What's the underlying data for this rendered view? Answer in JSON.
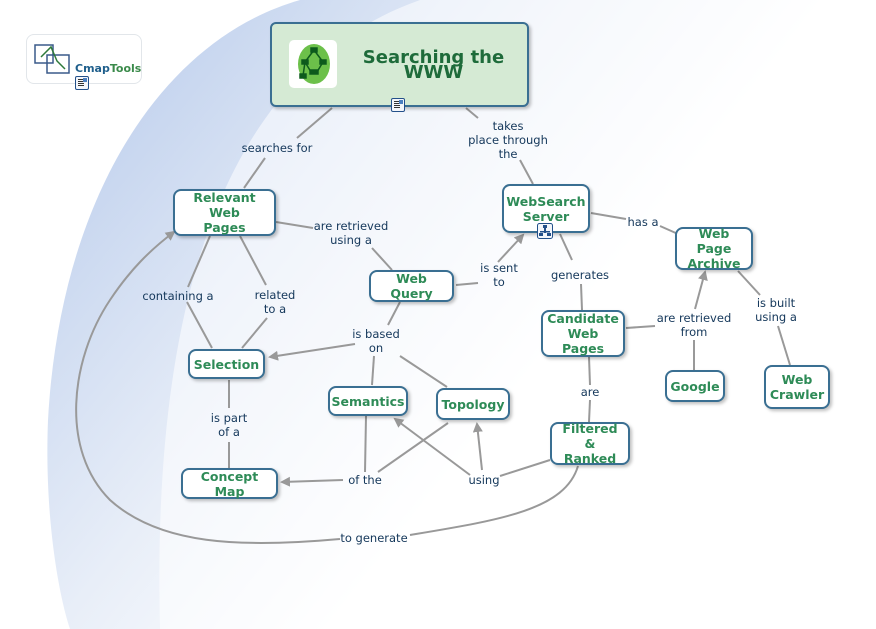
{
  "app": {
    "logo_text_a": "Cmap",
    "logo_text_b": "Tools"
  },
  "colors": {
    "concept_border": "#3a6f92",
    "concept_text": "#2e8b57",
    "root_fill": "#d5ead4",
    "link_text": "#14375a",
    "edge": "#999999",
    "bg_gradient": "#b4c8ea"
  },
  "concepts": {
    "root": "Searching the WWW",
    "relevant": "Relevant Web\nPages",
    "websearch": "WebSearch\nServer",
    "archive": "Web Page\nArchive",
    "query": "Web Query",
    "candidate": "Candidate\nWeb Pages",
    "selection": "Selection",
    "semantics": "Semantics",
    "topology": "Topology",
    "google": "Google",
    "crawler": "Web\nCrawler",
    "filtered": "Filtered &\nRanked",
    "conceptmap": "Concept Map"
  },
  "links": {
    "searches_for": "searches for",
    "takes_place": "takes\nplace through\nthe",
    "retrieved_using": "are retrieved\nusing a",
    "has_a": "has a",
    "is_sent_to": "is sent\nto",
    "generates": "generates",
    "containing": "containing a",
    "related": "related\nto a",
    "based_on": "is based\non",
    "retrieved_from": "are retrieved\nfrom",
    "built_using": "is built\nusing a",
    "are": "are",
    "part_of": "is part\nof a",
    "of_the": "of the",
    "using": "using",
    "to_generate": "to generate"
  }
}
